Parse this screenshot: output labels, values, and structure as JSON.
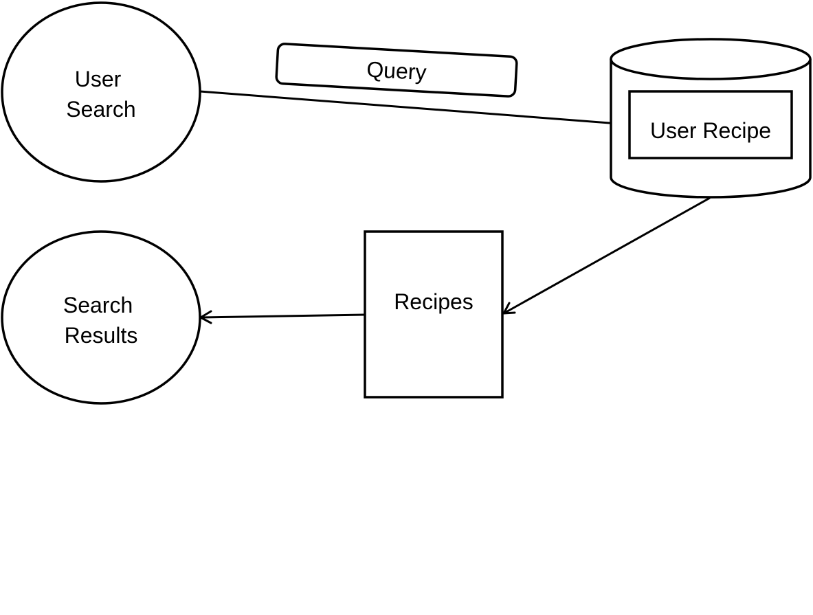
{
  "nodes": {
    "user_search": {
      "lines": [
        "User",
        "Search"
      ]
    },
    "user_recipe": {
      "label": "User Recipe"
    },
    "recipes": {
      "label": "Recipes"
    },
    "search_results": {
      "lines": [
        "Search",
        "Results"
      ]
    }
  },
  "edges": {
    "query": {
      "label": "Query"
    }
  },
  "colors": {
    "stroke": "#000000",
    "background": "#ffffff"
  }
}
